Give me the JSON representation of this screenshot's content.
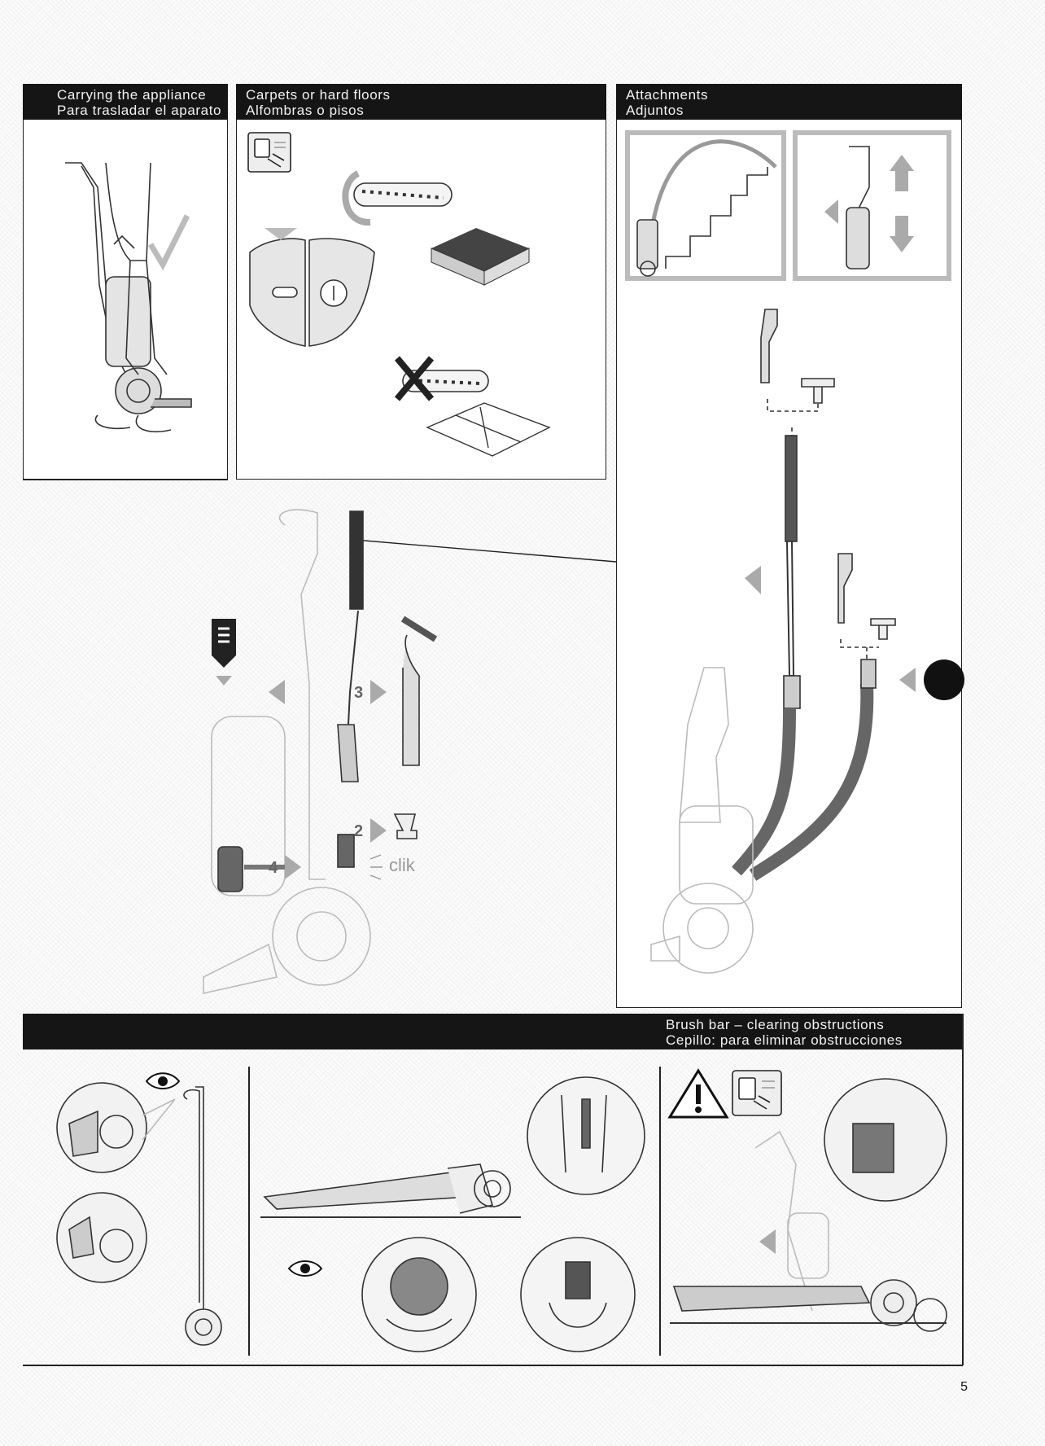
{
  "sections": {
    "carrying": {
      "title_en": "Carrying the appliance",
      "title_es": "Para trasladar el aparato"
    },
    "carpets": {
      "title_en": "Carpets or hard floors",
      "title_es": "Alfombras o pisos"
    },
    "attachments": {
      "title_en": "Attachments",
      "title_es": "Adjuntos"
    },
    "brushbar": {
      "title_en": "Brush bar – clearing obstructions",
      "title_es": "Cepillo: para eliminar obstrucciones"
    }
  },
  "steps": {
    "step2": "2",
    "step3": "3",
    "step4": "4"
  },
  "sound_label": "clik",
  "page_number": "5",
  "icons": [
    "unplug-icon",
    "eye-icon",
    "warning-icon",
    "checkmark-icon",
    "cross-icon",
    "arrow-icon"
  ]
}
